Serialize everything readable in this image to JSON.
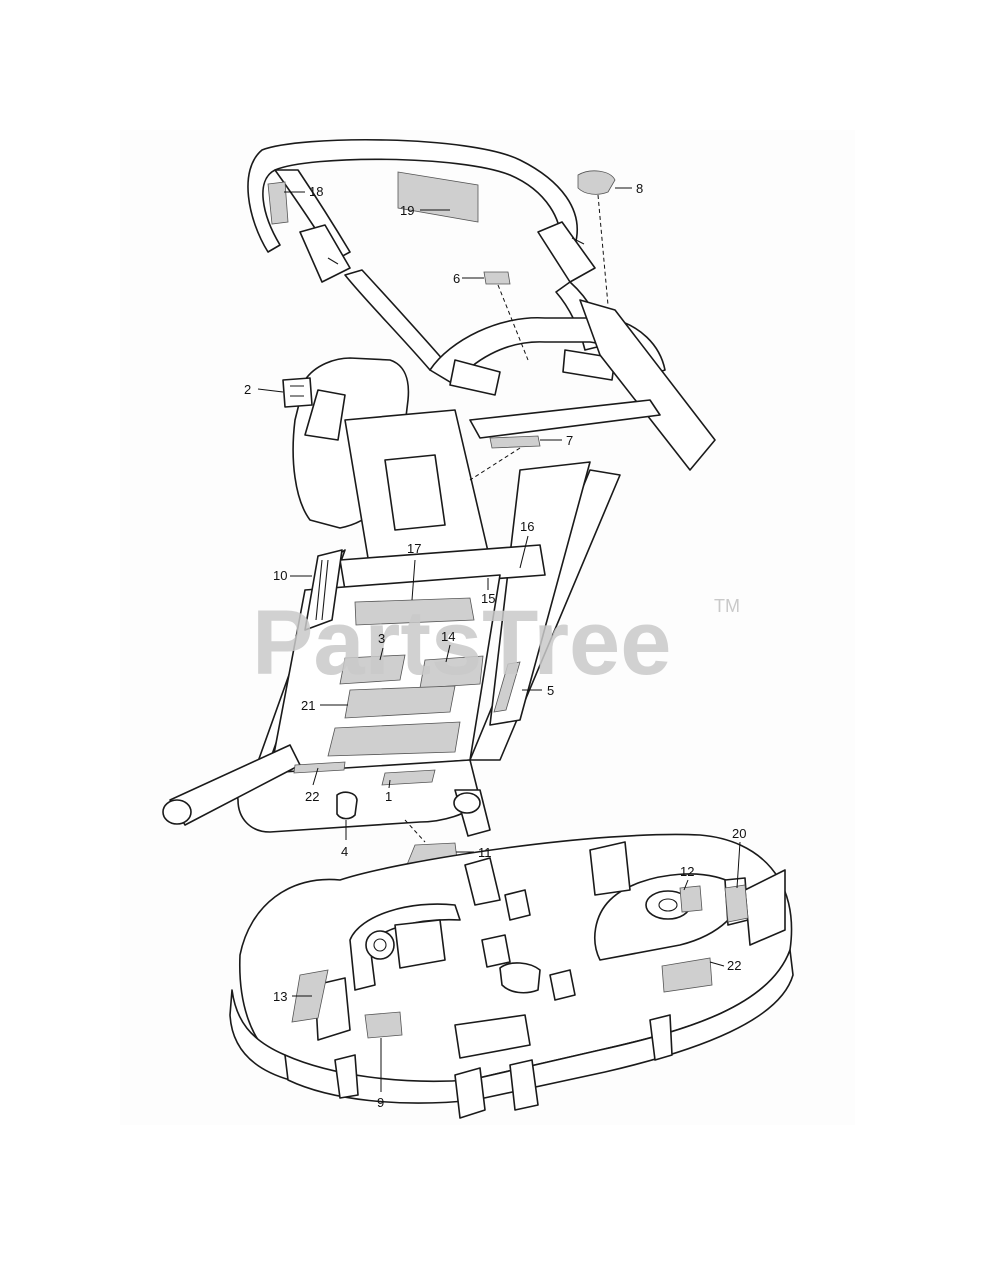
{
  "watermark": {
    "text": "PartsTree",
    "trademark": "TM"
  },
  "callouts": [
    {
      "id": "c18",
      "label": "18"
    },
    {
      "id": "c19",
      "label": "19"
    },
    {
      "id": "c8",
      "label": "8"
    },
    {
      "id": "c6",
      "label": "6"
    },
    {
      "id": "c2",
      "label": "2"
    },
    {
      "id": "c7",
      "label": "7"
    },
    {
      "id": "c16",
      "label": "16"
    },
    {
      "id": "c17",
      "label": "17"
    },
    {
      "id": "c10",
      "label": "10"
    },
    {
      "id": "c15",
      "label": "15"
    },
    {
      "id": "c3",
      "label": "3"
    },
    {
      "id": "c14",
      "label": "14"
    },
    {
      "id": "c5",
      "label": "5"
    },
    {
      "id": "c21",
      "label": "21"
    },
    {
      "id": "c22a",
      "label": "22"
    },
    {
      "id": "c1",
      "label": "1"
    },
    {
      "id": "c4",
      "label": "4"
    },
    {
      "id": "c11",
      "label": "11"
    },
    {
      "id": "c20",
      "label": "20"
    },
    {
      "id": "c12",
      "label": "12"
    },
    {
      "id": "c22b",
      "label": "22"
    },
    {
      "id": "c13",
      "label": "13"
    },
    {
      "id": "c9",
      "label": "9"
    }
  ]
}
